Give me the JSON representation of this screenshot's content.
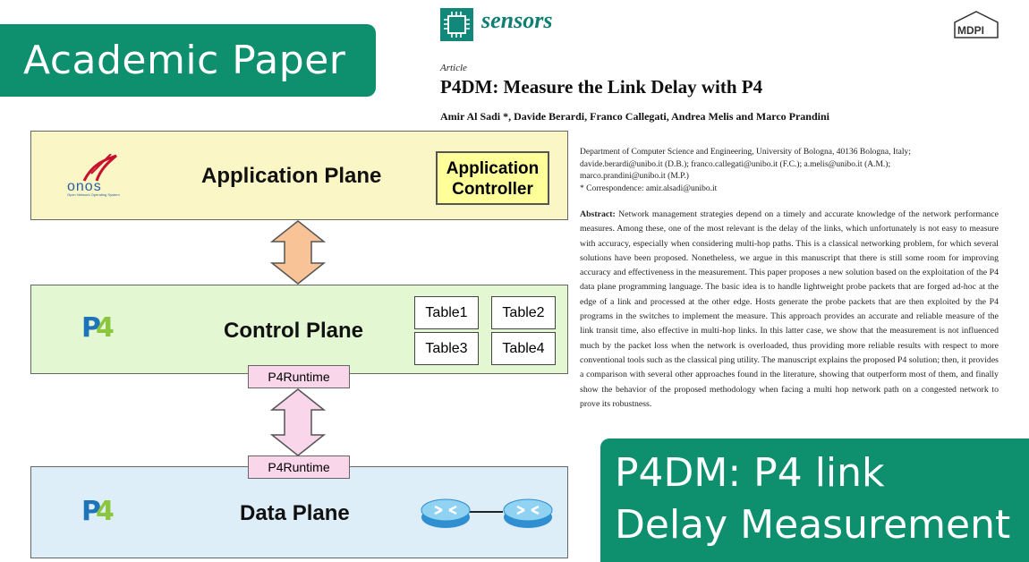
{
  "banner_top": {
    "text": "Academic Paper"
  },
  "banner_bottom": {
    "line1": "P4DM: P4 link",
    "line2": "Delay Measurement"
  },
  "colors": {
    "teal": "#0e8f6e",
    "app_plane": "#fbf6c6",
    "control_plane": "#e4f7d3",
    "data_plane": "#deeef8",
    "arrow_orange": "#f8c497",
    "arrow_pink": "#f9d6ea"
  },
  "diagram": {
    "application_plane": {
      "title": "Application Plane",
      "logo": "onos-logo",
      "controller_line1": "Application",
      "controller_line2": "Controller"
    },
    "control_plane": {
      "title": "Control Plane",
      "logo": "p4-logo",
      "tables": [
        "Table1",
        "Table2",
        "Table3",
        "Table4"
      ]
    },
    "runtime_top": "P4Runtime",
    "runtime_bottom": "P4Runtime",
    "data_plane": {
      "title": "Data Plane",
      "logo": "p4-logo",
      "icon": "router-pair-icon"
    }
  },
  "paper": {
    "journal": "sensors",
    "publisher": "MDPI",
    "article_type": "Article",
    "title": "P4DM: Measure the Link Delay with P4",
    "authors": "Amir Al Sadi *, Davide Berardi, Franco Callegati, Andrea Melis and Marco Prandini",
    "affiliation": [
      "Department of Computer Science and Engineering, University of Bologna, 40136 Bologna, Italy;",
      "davide.berardi@unibo.it (D.B.); franco.callegati@unibo.it (F.C.); a.melis@unibo.it (A.M.);",
      "marco.prandini@unibo.it (M.P.)",
      "*   Correspondence: amir.alsadi@unibo.it"
    ],
    "abstract_label": "Abstract:",
    "abstract": "Network management strategies depend on a timely and accurate knowledge of the network performance measures. Among these, one of the most relevant is the delay of the links, which unfortunately is not easy to measure with accuracy, especially when considering multi-hop paths. This is a classical networking problem, for which several solutions have been proposed. Nonetheless, we argue in this manuscript that there is still some room for improving accuracy and effectiveness in the measurement. This paper proposes a new solution based on the exploitation of the P4 data plane programming language. The basic idea is to handle lightweight probe packets that are forged ad-hoc at the edge of a link and processed at the other edge. Hosts generate the probe packets that are then exploited by the P4 programs in the switches to implement the measure. This approach provides an accurate and reliable measure of the link transit time, also effective in multi-hop links. In this latter case, we show that the measurement is not influenced much by the packet loss when the network is overloaded, thus providing more reliable results with respect to more conventional tools such as the classical ping utility. The manuscript explains the proposed P4 solution; then, it provides a comparison with several other approaches found in the literature, showing that outperform most of them, and finally show the behavior of the proposed methodology when facing a multi hop network path on a congested network to prove its robustness."
  }
}
